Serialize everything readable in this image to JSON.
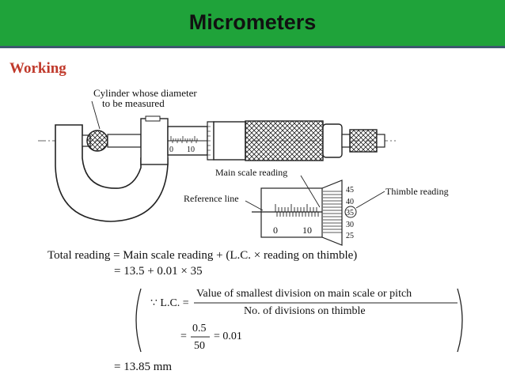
{
  "slide": {
    "title": "Micrometers",
    "section": "Working"
  },
  "diagram": {
    "cylinder_label_1": "Cylinder whose diameter",
    "cylinder_label_2": "to be measured",
    "main_scale_reading": "Main scale reading",
    "reference_line": "Reference line",
    "thimble_reading": "Thimble reading",
    "sleeve_zero": "0",
    "sleeve_ten": "10",
    "thimble_small_ticks": [
      "40",
      "35",
      "30",
      "25"
    ],
    "detail_zero": "0",
    "detail_ten": "10",
    "thimble_values": [
      "45",
      "40",
      "35",
      "30",
      "25"
    ]
  },
  "formula": {
    "line1": "Total reading = Main scale reading + (L.C. × reading on thimble)",
    "line2": "= 13.5 + 0.01 × 35",
    "lc_prefix": "∵  L.C. =",
    "lc_numerator": "Value of smallest division on main scale or pitch",
    "lc_denominator": "No. of divisions on thimble",
    "eq_sign": "=",
    "frac_num": "0.5",
    "frac_den": "50",
    "frac_result": "= 0.01",
    "final": "= 13.85 mm"
  }
}
